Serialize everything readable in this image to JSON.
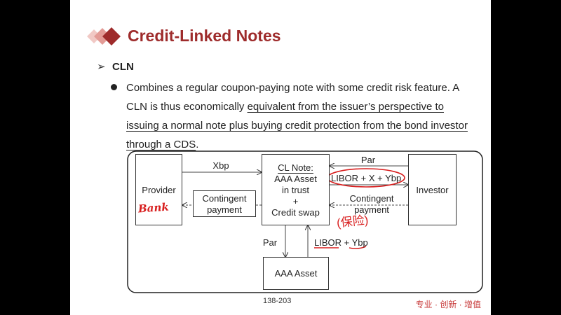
{
  "slide": {
    "title": "Credit-Linked Notes",
    "bullet_arrow": "➢",
    "bullet_heading": "CLN",
    "paragraph_plain_1": "Combines a regular coupon-paying note with some credit risk feature. A CLN is thus economically ",
    "paragraph_underlined": "equivalent from the issuer’s perspective to issuing a normal note plus buying credit protection from the bond investor through a CDS",
    "paragraph_plain_2": ".",
    "page_number": "138-203",
    "footer": "专业 · 创新 · 增值"
  },
  "diagram": {
    "provider": "Provider",
    "cl_note_title": "CL Note:",
    "cl_note_line2": "AAA Asset",
    "cl_note_line3": "in trust",
    "cl_note_line4": "+",
    "cl_note_line5": "Credit swap",
    "investor": "Investor",
    "aaa_asset": "AAA Asset",
    "xbp": "Xbp",
    "contingent_left_1": "Contingent",
    "contingent_left_2": "payment",
    "par_top": "Par",
    "libor_x_ybp": "LIBOR + X + Ybp",
    "contingent_right_1": "Contingent",
    "contingent_right_2": "payment",
    "par_bottom": "Par",
    "libor_ybp_libor": "LIBOR",
    "libor_ybp_plus": " + ",
    "libor_ybp_ybp": "Ybp",
    "handwriting_bank": "Bank",
    "handwriting_cn": "(保险)"
  },
  "colors": {
    "title": "#9e2b2b",
    "ink": "#d81e1e",
    "footer": "#c73a3a"
  }
}
